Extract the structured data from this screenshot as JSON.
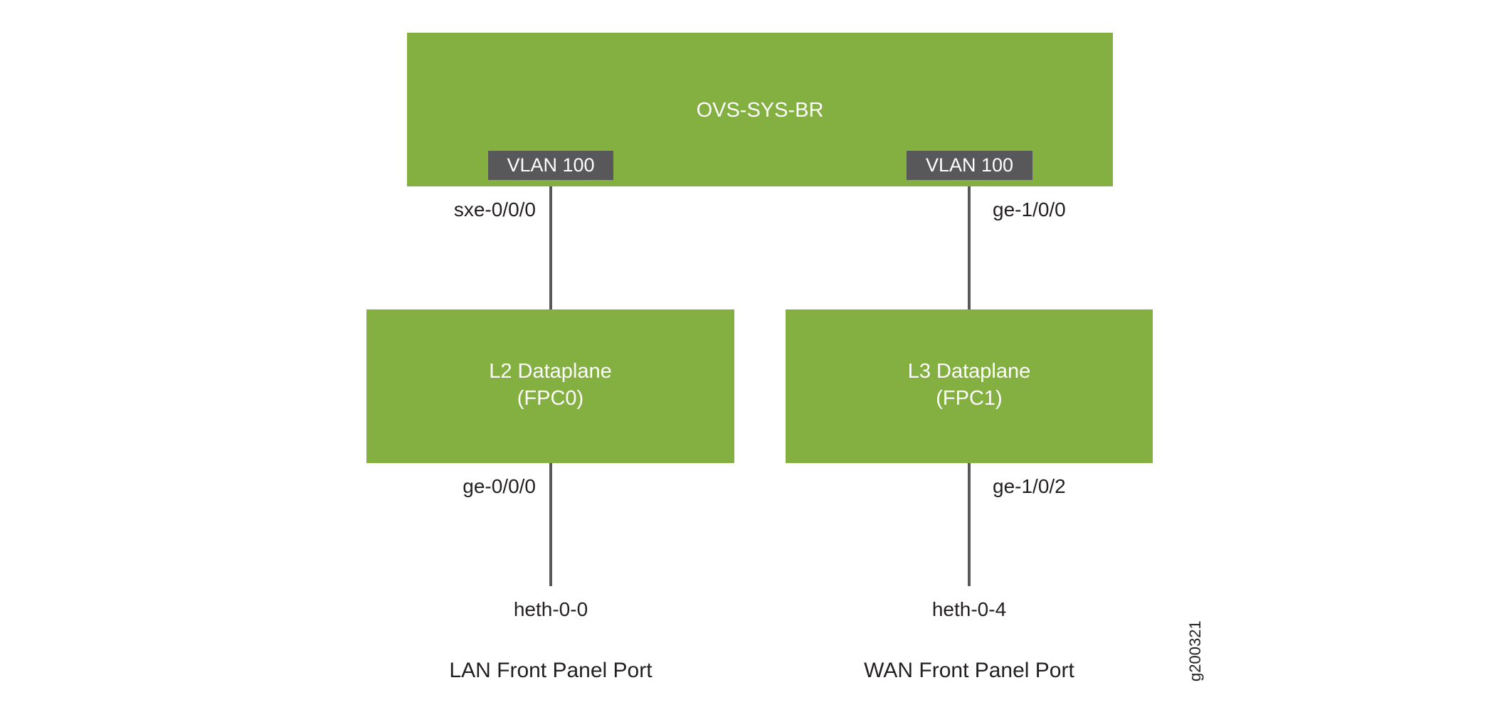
{
  "diagram": {
    "bridge": {
      "label": "OVS-SYS-BR",
      "vlan_left": "VLAN 100",
      "vlan_right": "VLAN 100"
    },
    "links": {
      "bridge_to_l2": "sxe-0/0/0",
      "bridge_to_l3": "ge-1/0/0",
      "l2_to_lan": "ge-0/0/0",
      "l3_to_wan": "ge-1/0/2"
    },
    "dataplanes": [
      {
        "line1": "L2 Dataplane",
        "line2": "(FPC0)"
      },
      {
        "line1": "L3 Dataplane",
        "line2": "(FPC1)"
      }
    ],
    "endpoints": [
      {
        "interface": "heth-0-0",
        "title": "LAN Front Panel Port"
      },
      {
        "interface": "heth-0-4",
        "title": "WAN Front Panel Port"
      }
    ],
    "figure_id": "g200321",
    "colors": {
      "box_green": "#84b042",
      "vlan_gray": "#58585a",
      "connector_gray": "#58585a",
      "text_dark": "#231f20",
      "text_on_box": "#ffffff"
    }
  }
}
